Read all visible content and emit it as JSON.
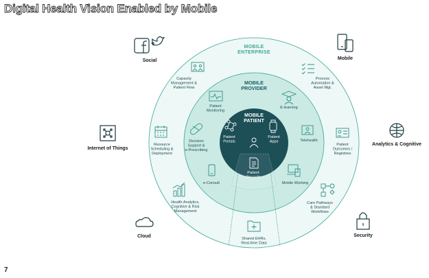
{
  "title": "Digital Health Vision Enabled by Mobile",
  "page_number": "7",
  "rings": {
    "outer": [
      "MOBILE",
      "ENTERPRISE"
    ],
    "middle": [
      "MOBILE",
      "PROVIDER"
    ],
    "inner": [
      "MOBILE",
      "PATIENT"
    ]
  },
  "outer_items": {
    "capacity": [
      "Capacity",
      "Management &",
      "Patient Flow"
    ],
    "process": [
      "Process",
      "Automation &",
      "Asset Mgt."
    ],
    "resource": [
      "Resource",
      "Scheduling &",
      "Deployment"
    ],
    "outcomes": [
      "Patient",
      "Outcomes /",
      "Registries"
    ],
    "analytics": [
      "Health Analytics,",
      "Cognitive & Risk",
      "Management"
    ],
    "care": [
      "Care Pathways",
      "& Standard",
      "Workflows"
    ],
    "shared": [
      "Shared EHRs,",
      "Real-time Data"
    ]
  },
  "middle_items": {
    "monitoring": [
      "Patient",
      "Monitoring"
    ],
    "elearning": [
      "E-learning"
    ],
    "decision": [
      "Decision",
      "Support &",
      "e-Prescribing"
    ],
    "telehealth": [
      "Telehealth"
    ],
    "econsult": [
      "e-Consult"
    ],
    "working": [
      "Mobile Working"
    ]
  },
  "inner_items": {
    "portals": [
      "Patient",
      "Portals"
    ],
    "apps": [
      "Patient",
      "Apps"
    ],
    "records": [
      "Patient",
      "Records"
    ]
  },
  "outside": {
    "social": "Social",
    "mobile": "Mobile",
    "iot": "Internet of Things",
    "analytics_cognitive": "Analytics & Cognitive",
    "cloud": "Cloud",
    "security": "Security"
  },
  "colors": {
    "outer_ring": "#eef8f6",
    "middle_ring": "#cbeae4",
    "inner_core": "#1d4f57",
    "accent": "#2f8f86"
  }
}
